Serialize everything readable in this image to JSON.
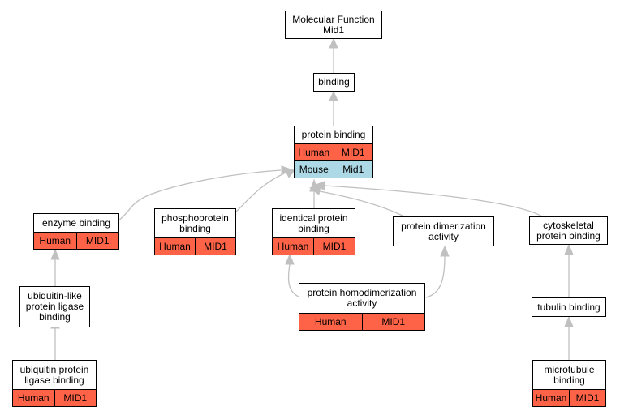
{
  "nodes": {
    "molecular_function": {
      "title": "Molecular Function\nMid1"
    },
    "binding": {
      "title": "binding"
    },
    "protein_binding": {
      "title": "protein binding",
      "rows": [
        {
          "species": "Human",
          "gene": "MID1"
        },
        {
          "species": "Mouse",
          "gene": "Mid1"
        }
      ]
    },
    "enzyme_binding": {
      "title": "enzyme binding",
      "rows": [
        {
          "species": "Human",
          "gene": "MID1"
        }
      ]
    },
    "phosphoprotein_binding": {
      "title": "phosphoprotein\nbinding",
      "rows": [
        {
          "species": "Human",
          "gene": "MID1"
        }
      ]
    },
    "identical_protein_binding": {
      "title": "identical protein\nbinding",
      "rows": [
        {
          "species": "Human",
          "gene": "MID1"
        }
      ]
    },
    "protein_dimerization_activity": {
      "title": "protein dimerization\nactivity"
    },
    "cytoskeletal_protein_binding": {
      "title": "cytoskeletal\nprotein binding"
    },
    "ubiquitin_like_protein_ligase_binding": {
      "title": "ubiquitin-like\nprotein ligase\nbinding"
    },
    "protein_homodimerization_activity": {
      "title": "protein homodimerization\nactivity",
      "rows": [
        {
          "species": "Human",
          "gene": "MID1"
        }
      ]
    },
    "tubulin_binding": {
      "title": "tubulin binding"
    },
    "ubiquitin_protein_ligase_binding": {
      "title": "ubiquitin protein\nligase binding",
      "rows": [
        {
          "species": "Human",
          "gene": "MID1"
        }
      ]
    },
    "microtubule_binding": {
      "title": "microtubule\nbinding",
      "rows": [
        {
          "species": "Human",
          "gene": "MID1"
        }
      ]
    }
  },
  "colors": {
    "human": "#ff6347",
    "mouse": "#add8e6",
    "edge": "#c0c0c0"
  }
}
